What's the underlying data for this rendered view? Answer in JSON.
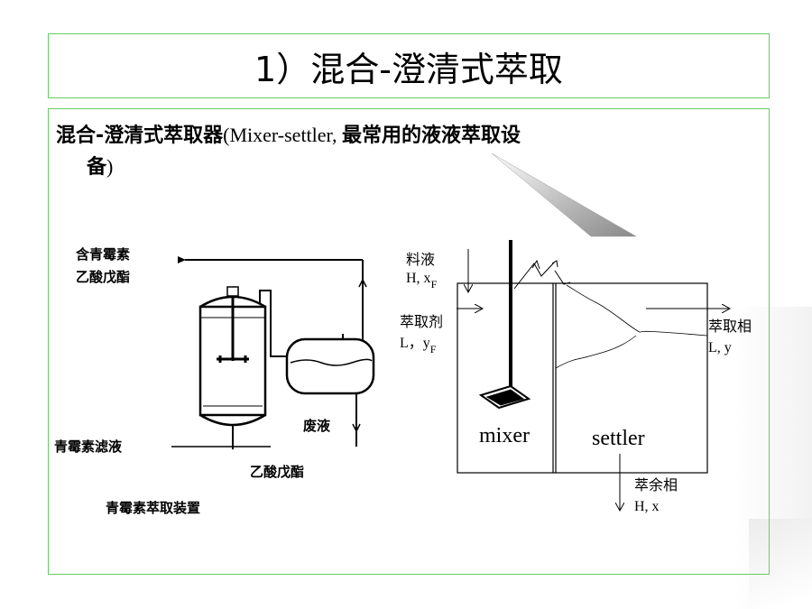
{
  "title": "1）混合-澄清式萃取",
  "subtitle": {
    "cn_part1": "混合-澄清式萃取器",
    "latin_part": "(Mixer-settler, ",
    "cn_part2": "最常用的液液萃取设",
    "line2_cn": "备",
    "line2_end": ")"
  },
  "left_diagram": {
    "out_top_line1": "含青霉素",
    "out_top_line2": "乙酸戊酯",
    "feed_label": "青霉素滤液",
    "waste_label": "废液",
    "solvent_label": "乙酸戊酯",
    "caption": "青霉素萃取装置"
  },
  "right_diagram": {
    "feed_label": "料液",
    "feed_comp_prefix": "H, x",
    "feed_comp_sub": "F",
    "solvent_label": "萃取剂",
    "solvent_comp_prefix": "L，y",
    "solvent_comp_sub": "F",
    "extract_label": "萃取相",
    "extract_comp": "L, y",
    "raffinate_label": "萃余相",
    "raffinate_comp": "H, x",
    "mixer_label": "mixer",
    "settler_label": "settler"
  }
}
